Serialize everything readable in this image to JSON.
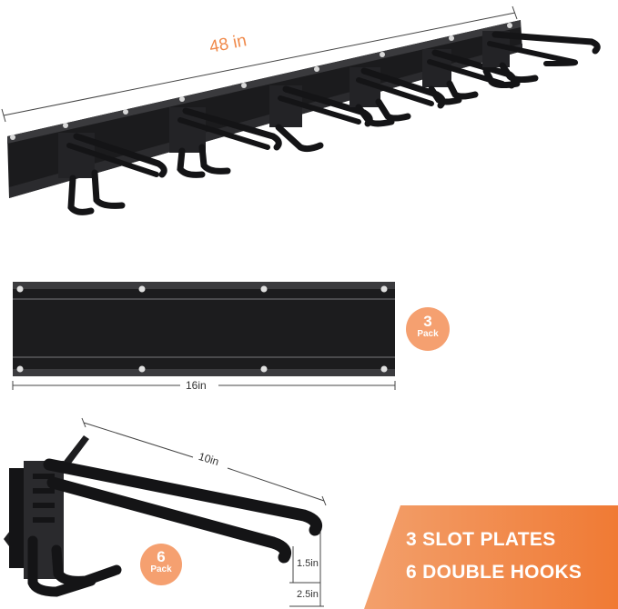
{
  "dimensions": {
    "total_length": "48 in",
    "plate_length": "16in",
    "hook_length": "10in",
    "hook_gap": "1.5in",
    "hook_depth": "2.5in"
  },
  "badges": {
    "plates": {
      "count": "3",
      "label": "Pack"
    },
    "hooks": {
      "count": "6",
      "label": "Pack"
    }
  },
  "summary": {
    "line1": "3 SLOT PLATES",
    "line2": "6 DOUBLE HOOKS"
  },
  "colors": {
    "accent": "#f08a4b",
    "badge": "#f5a070",
    "metal": "#1c1c1e"
  }
}
